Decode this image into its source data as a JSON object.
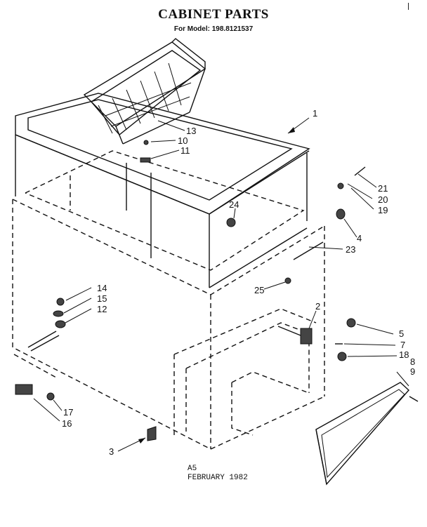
{
  "header": {
    "title": "CABINET PARTS",
    "subtitle": "For Model: 198.8121537"
  },
  "footer": {
    "code": "A5",
    "date": "FEBRUARY 1982"
  },
  "callouts": [
    "1",
    "2",
    "3",
    "4",
    "5",
    "7",
    "8",
    "9",
    "10",
    "11",
    "12",
    "13",
    "14",
    "15",
    "16",
    "17",
    "18",
    "19",
    "20",
    "21",
    "23",
    "24",
    "25"
  ]
}
